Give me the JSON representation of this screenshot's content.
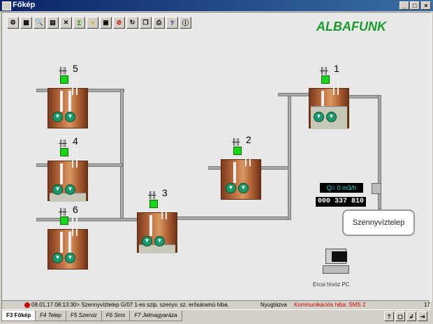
{
  "window": {
    "title": "Főkép"
  },
  "brand": {
    "logo": "ALBAFUNK",
    "color": "#1b9a2c"
  },
  "toolbar": {
    "icons": [
      "gear-icon",
      "table-icon",
      "zoom-icon",
      "chart-icon",
      "close-icon",
      "sigma-icon",
      "lightning-icon",
      "monitor-icon",
      "stop-icon",
      "refresh-icon",
      "windows-icon",
      "print-icon",
      "help-icon",
      "info-icon"
    ],
    "help_label": "?"
  },
  "tanks": [
    {
      "id": "1",
      "label": "1"
    },
    {
      "id": "2",
      "label": "2"
    },
    {
      "id": "3",
      "label": "3"
    },
    {
      "id": "4",
      "label": "4"
    },
    {
      "id": "5",
      "label": "5"
    },
    {
      "id": "6",
      "label": "6"
    }
  ],
  "flow": {
    "label": "Q=  0  m3/h"
  },
  "counter": {
    "value": "000 337 810"
  },
  "station": {
    "label": "Szennyvíztelep"
  },
  "pc": {
    "label": "Ercsi hívóz PC"
  },
  "status": {
    "alarm": "08.01.17 08:13:30> Szennyvíztelep G/07 1-es szip. szenyv. sz. erősáramú hiba.",
    "ack": "Nyugtázva",
    "comm": "Kommunikációs hiba: SMS 2",
    "count": "17"
  },
  "tabs": [
    {
      "key": "F3",
      "label": "F3 Főkép",
      "active": true
    },
    {
      "key": "F4",
      "label": "F4 Telep"
    },
    {
      "key": "F5",
      "label": "F5 Szerviz"
    },
    {
      "key": "F6",
      "label": "F6 Sms"
    },
    {
      "key": "F7",
      "label": "F7 Jelmagyaráza"
    }
  ]
}
